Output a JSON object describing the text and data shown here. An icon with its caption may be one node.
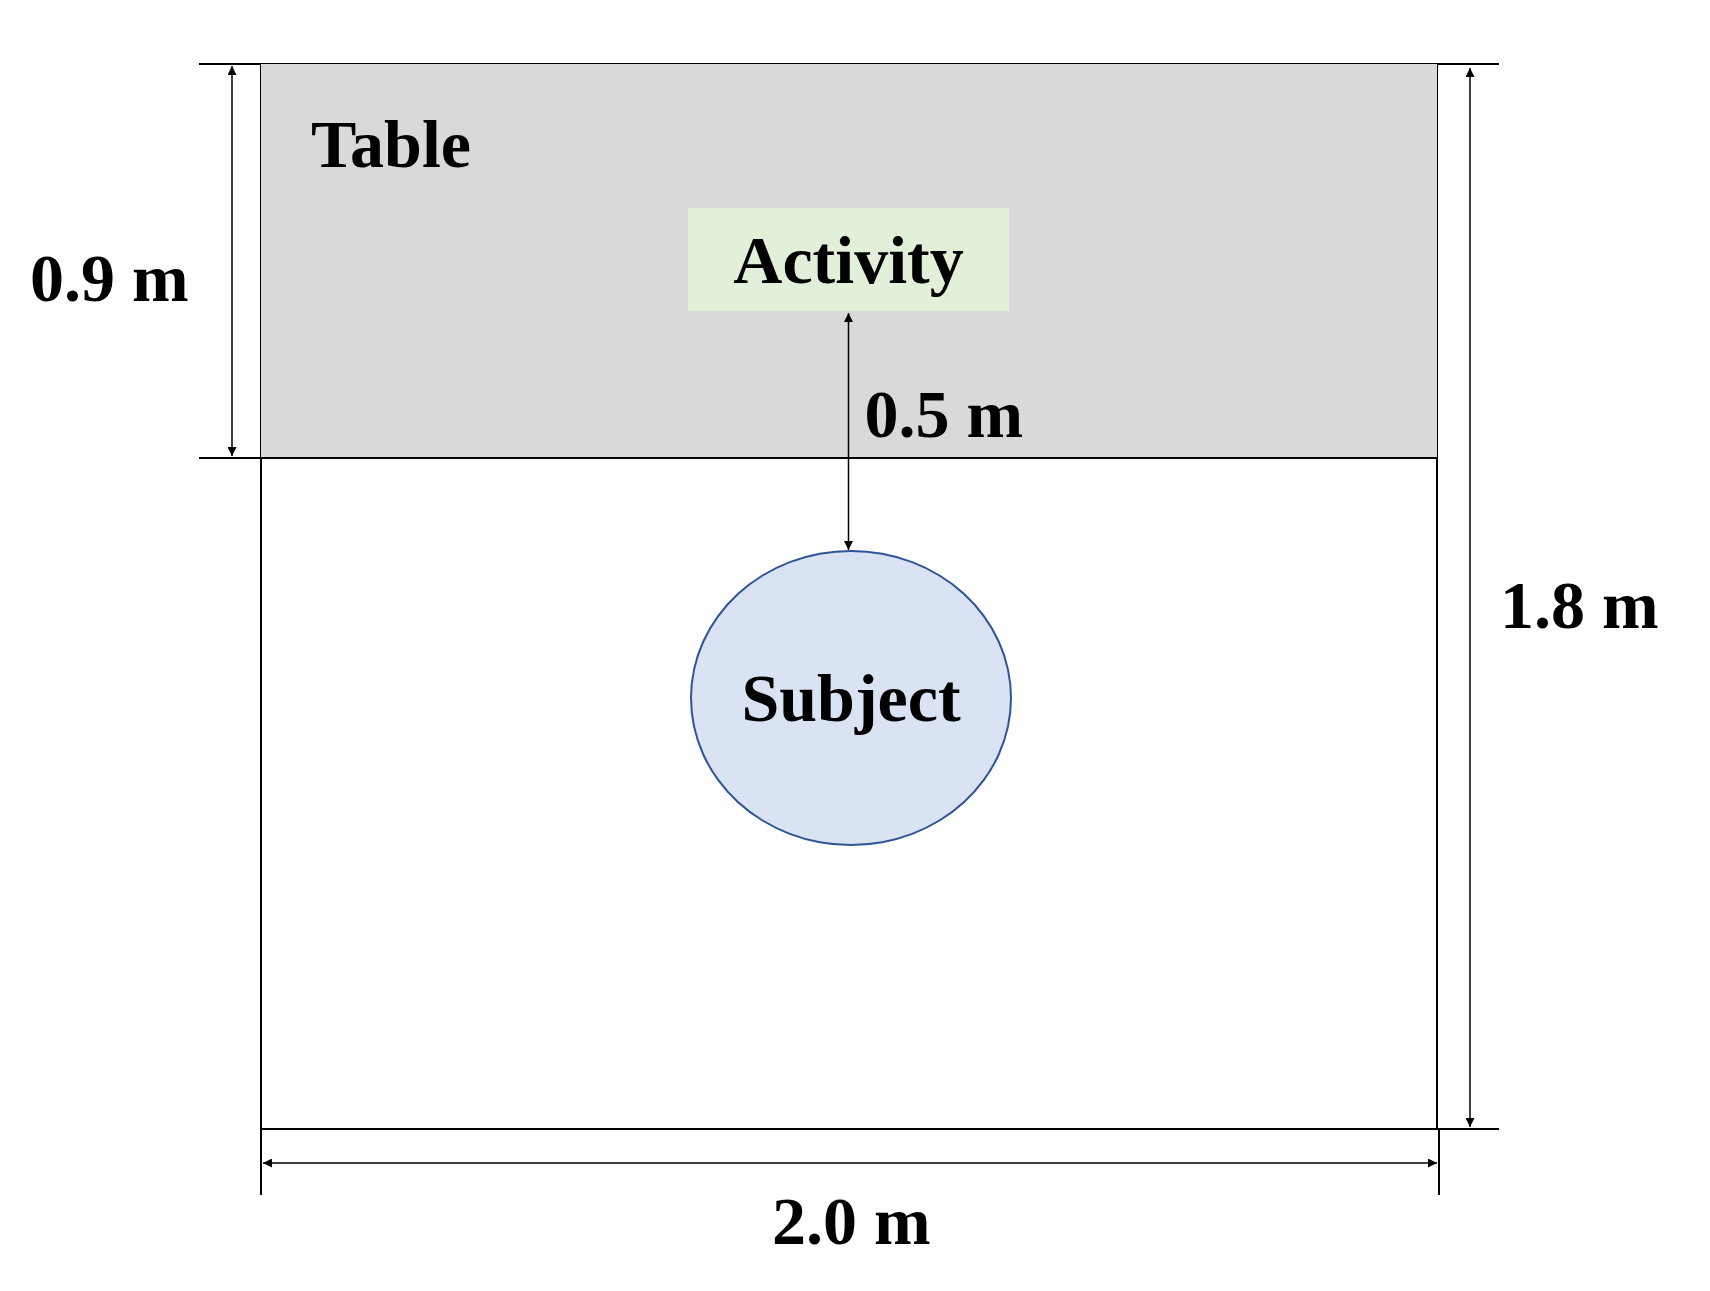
{
  "diagram": {
    "nodes": [
      {
        "text": [
          "Table"
        ]
      },
      {
        "text": [
          "Activity"
        ],
        "in": 0
      },
      {
        "text": [
          "Subject"
        ]
      }
    ],
    "edges": [
      {
        "from": 1,
        "to": 2,
        "arrow": "both",
        "label": "0.5 m"
      }
    ],
    "labels": [
      "0.9 m",
      "1.8 m",
      "2.0 m"
    ]
  }
}
